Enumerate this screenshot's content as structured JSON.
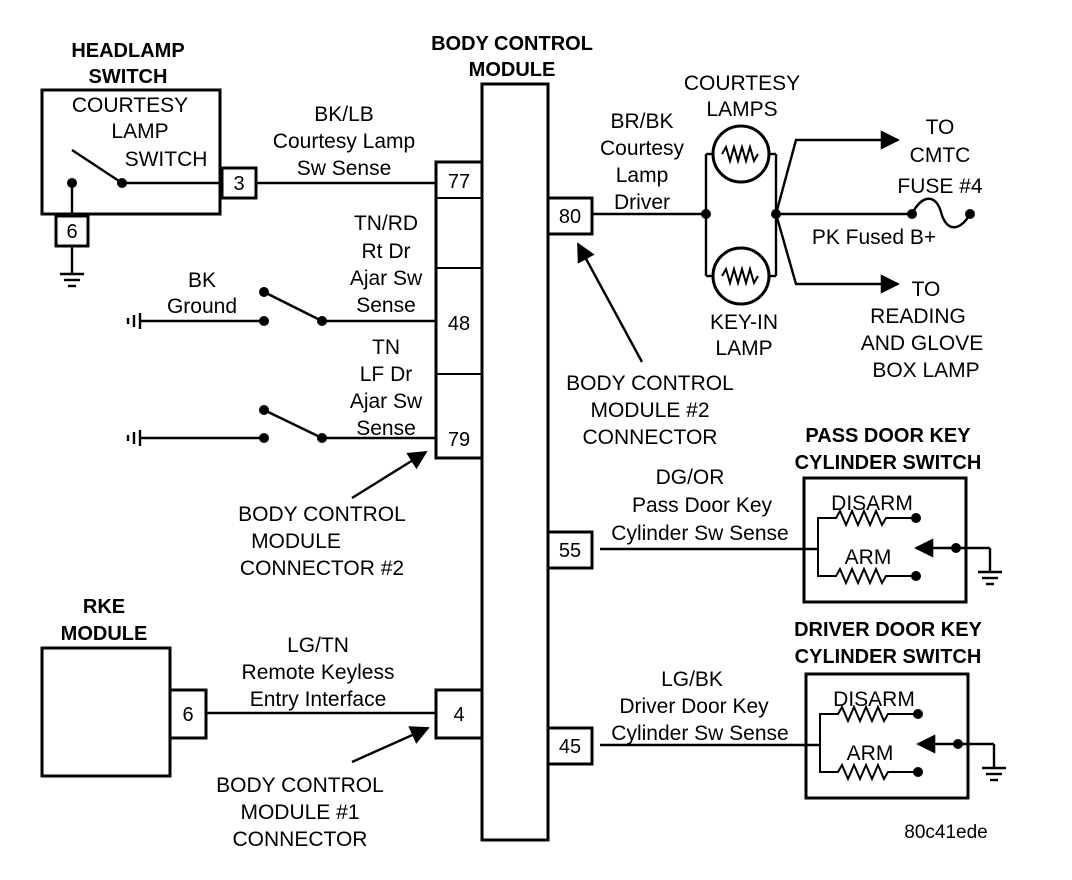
{
  "bcm": {
    "title": [
      "BODY CONTROL",
      "MODULE"
    ]
  },
  "headlamp_switch": {
    "title": [
      "HEADLAMP",
      "SWITCH"
    ],
    "inner": [
      "COURTESY",
      "LAMP",
      "SWITCH"
    ],
    "pin_out": "3",
    "pin_gnd": "6"
  },
  "wires": {
    "courtesy_sense": {
      "lines": [
        "BK/LB",
        "Courtesy Lamp",
        "Sw Sense"
      ],
      "pin": "77"
    },
    "rt_door": {
      "lines": [
        "TN/RD",
        "Rt Dr",
        "Ajar Sw",
        "Sense"
      ],
      "pin": "48"
    },
    "ground": {
      "lines": [
        "BK",
        "Ground"
      ]
    },
    "lf_door": {
      "lines": [
        "TN",
        "LF Dr",
        "Ajar Sw",
        "Sense"
      ],
      "pin": "79"
    },
    "lamp_driver": {
      "lines": [
        "BR/BK",
        "Courtesy",
        "Lamp",
        "Driver"
      ],
      "pin": "80"
    },
    "pass_key": {
      "lines": [
        "DG/OR",
        "Pass Door Key",
        "Cylinder Sw Sense"
      ],
      "pin": "55"
    },
    "rke": {
      "lines": [
        "LG/TN",
        "Remote Keyless",
        "Entry Interface"
      ],
      "pin": "4"
    },
    "driver_key": {
      "lines": [
        "LG/BK",
        "Driver Door Key",
        "Cylinder Sw Sense"
      ],
      "pin": "45"
    }
  },
  "connectors": {
    "left_c2": [
      "BODY CONTROL",
      "MODULE",
      "CONNECTOR #2"
    ],
    "right_c2": [
      "BODY CONTROL",
      "MODULE #2",
      "CONNECTOR"
    ],
    "c1": [
      "BODY CONTROL",
      "MODULE #1",
      "CONNECTOR"
    ]
  },
  "lamps": {
    "courtesy": [
      "COURTESY",
      "LAMPS"
    ],
    "keyin": [
      "KEY-IN",
      "LAMP"
    ],
    "to_cmtc": [
      "TO",
      "CMTC"
    ],
    "fuse": "FUSE #4",
    "fused_b": "PK Fused B+",
    "to_reading": [
      "TO",
      "READING",
      "AND GLOVE",
      "BOX LAMP"
    ]
  },
  "pass_switch": {
    "title": [
      "PASS DOOR KEY",
      "CYLINDER SWITCH"
    ],
    "disarm": "DISARM",
    "arm": "ARM"
  },
  "driver_switch": {
    "title": [
      "DRIVER DOOR KEY",
      "CYLINDER SWITCH"
    ],
    "disarm": "DISARM",
    "arm": "ARM"
  },
  "rke_module": {
    "title": [
      "RKE",
      "MODULE"
    ],
    "pin": "6"
  },
  "figure_id": "80c41ede"
}
